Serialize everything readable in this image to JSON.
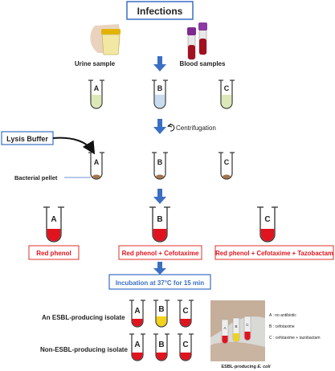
{
  "title": "Infections",
  "samples": {
    "urine": "Urine sample",
    "blood": "Blood samples"
  },
  "tube_letters": [
    "A",
    "B",
    "C"
  ],
  "centrifugation": "Centrifugation",
  "lysis_buffer": "Lysis Buffer",
  "bacterial_pellet": "Bacterial pellet",
  "conditions": [
    "Red phenol",
    "Red phenol + Cefotaxime",
    "Red phenol + Cefotaxime + Tazobactam"
  ],
  "incubation": "Incubation at 37°C for 15 min",
  "results": {
    "esbl_label": "An ESBL-producing isolate",
    "non_esbl_label": "Non-ESBL-producing isolate"
  },
  "photo": {
    "legend": [
      "A : no antibiotic",
      "B : cefotaxime",
      "C : cefotaxime + tazobactam"
    ],
    "caption_prefix": "ESBL-producing ",
    "caption_italic": "E. coli"
  },
  "colors": {
    "accent_blue": "#3a6fc4",
    "red_phenol": "#e0141e",
    "yellow": "#f2d21a",
    "box_red_border": "#e0302a",
    "urine_fill": "#dde8b8",
    "blood_fill": "#c9dcef"
  }
}
